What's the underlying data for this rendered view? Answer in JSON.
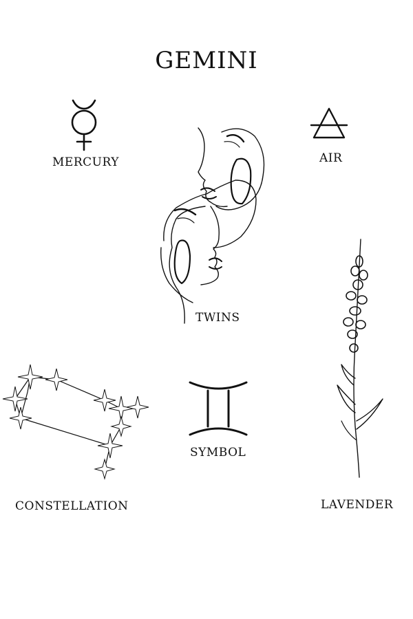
{
  "title": "GEMINI",
  "labels": {
    "mercury": "MERCURY",
    "air": "AIR",
    "twins": "TWINS",
    "symbol": "SYMBOL",
    "constellation": "CONSTELLATION",
    "lavender": "LAVENDER"
  },
  "icons": {
    "mercury": "mercury-planet-icon",
    "air": "air-element-icon",
    "twins": "twin-faces-line-art",
    "symbol": "gemini-glyph-icon",
    "constellation": "gemini-constellation-icon",
    "lavender": "lavender-flower-icon"
  },
  "colors": {
    "background": "#ffffff",
    "ink": "#111111"
  }
}
